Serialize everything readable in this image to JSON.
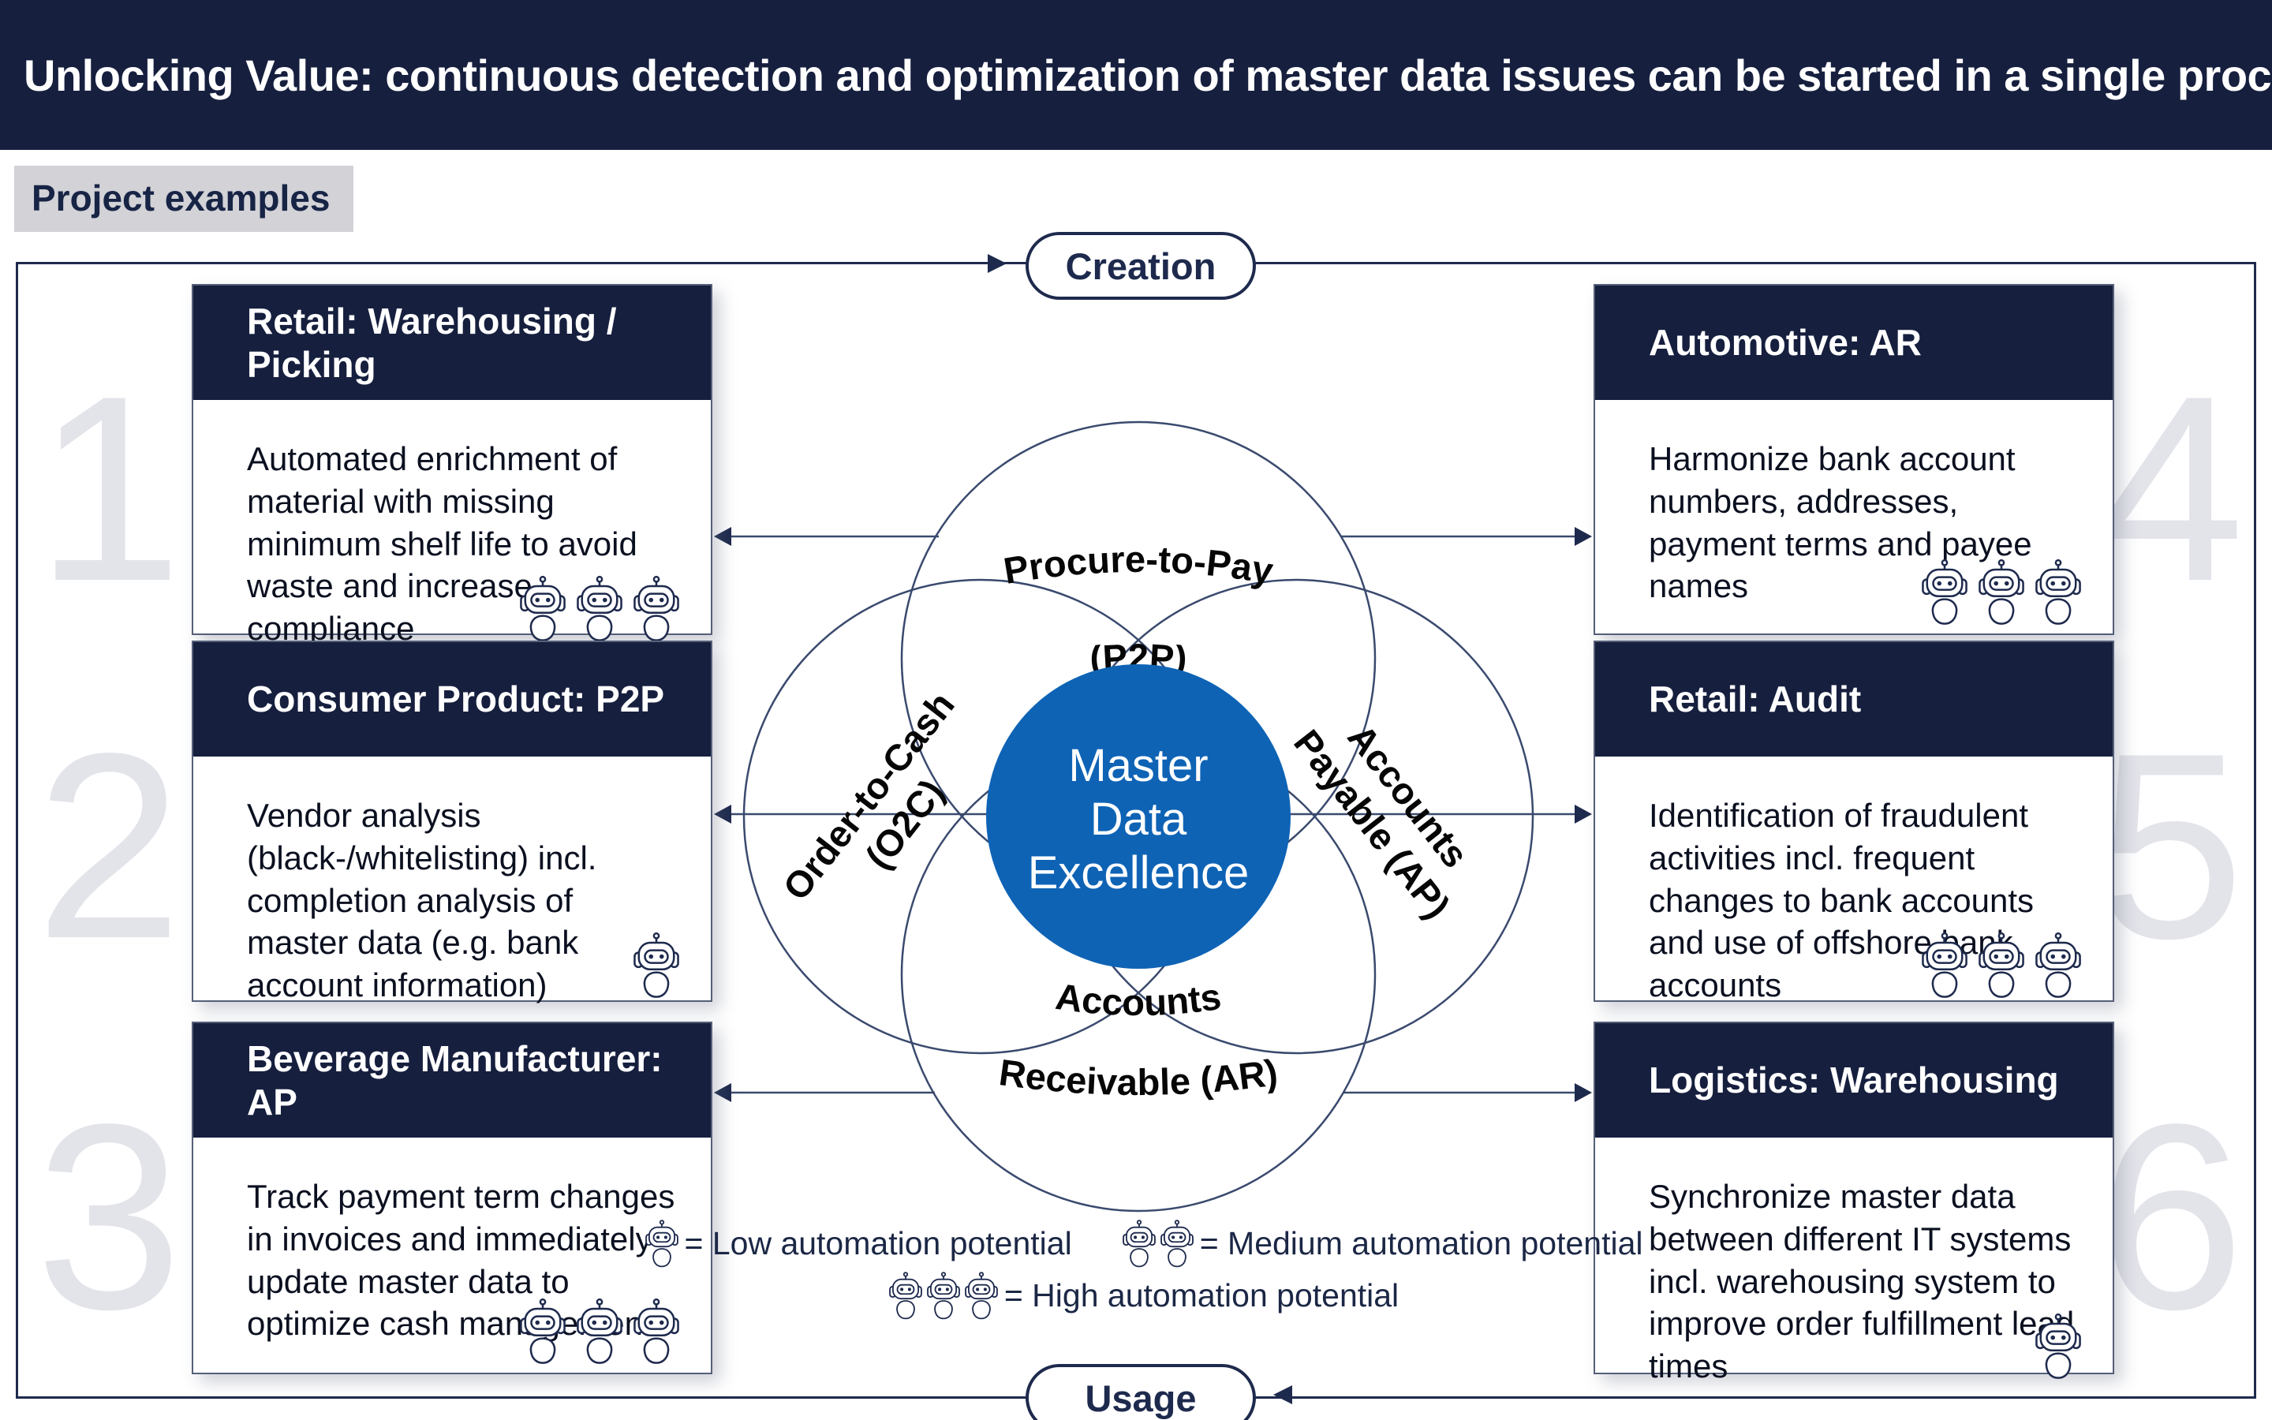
{
  "header": {
    "title": "Unlocking Value: continuous detection and optimization of master data issues can be started in a single process"
  },
  "tag": {
    "label": "Project examples"
  },
  "flow": {
    "creation_label": "Creation",
    "usage_label": "Usage"
  },
  "diagram": {
    "center": {
      "line1": "Master",
      "line2": "Data",
      "line3": "Excellence"
    },
    "labels": {
      "p2p_line1": "Procure-to-Pay",
      "p2p_line2": "(P2P)",
      "o2c_line1": "Order-to-Cash",
      "o2c_line2": "(O2C)",
      "ap_line1": "Accounts",
      "ap_line2": "Payable (AP)",
      "ar_line1": "Accounts",
      "ar_line2": "Receivable (AR)"
    },
    "colors": {
      "accent_blue": "#0e63b5",
      "navy": "#161f3e",
      "line": "#3a4a6e",
      "ghost_number": "#e3e4ea",
      "tag_gray": "#d2d2d7"
    }
  },
  "cards": [
    {
      "number": "1",
      "title": "Retail: Warehousing / Picking",
      "body": "Automated enrichment of material with missing minimum shelf life to avoid waste and increase compliance",
      "robots": 3
    },
    {
      "number": "2",
      "title": "Consumer Product: P2P",
      "body": "Vendor analysis (black-/whitelisting) incl. completion analysis of master data (e.g. bank account information)",
      "robots": 1
    },
    {
      "number": "3",
      "title": "Beverage Manufacturer: AP",
      "body": "Track payment term changes in invoices and immediately update master data to optimize cash management",
      "robots": 3
    },
    {
      "number": "4",
      "title": "Automotive: AR",
      "body": "Harmonize bank account numbers, addresses, payment terms and payee names",
      "robots": 3
    },
    {
      "number": "5",
      "title": "Retail: Audit",
      "body": "Identification of fraudulent activities incl. frequent changes to bank accounts and use of offshore bank accounts",
      "robots": 3
    },
    {
      "number": "6",
      "title": "Logistics: Warehousing",
      "body": "Synchronize master data between different IT systems incl. warehousing system to improve order fulfillment lead times",
      "robots": 1
    }
  ],
  "legend": {
    "low_label": "= Low automation potential",
    "low_count": 1,
    "medium_label": "= Medium automation potential",
    "medium_count": 2,
    "high_label": "= High automation potential",
    "high_count": 3
  }
}
